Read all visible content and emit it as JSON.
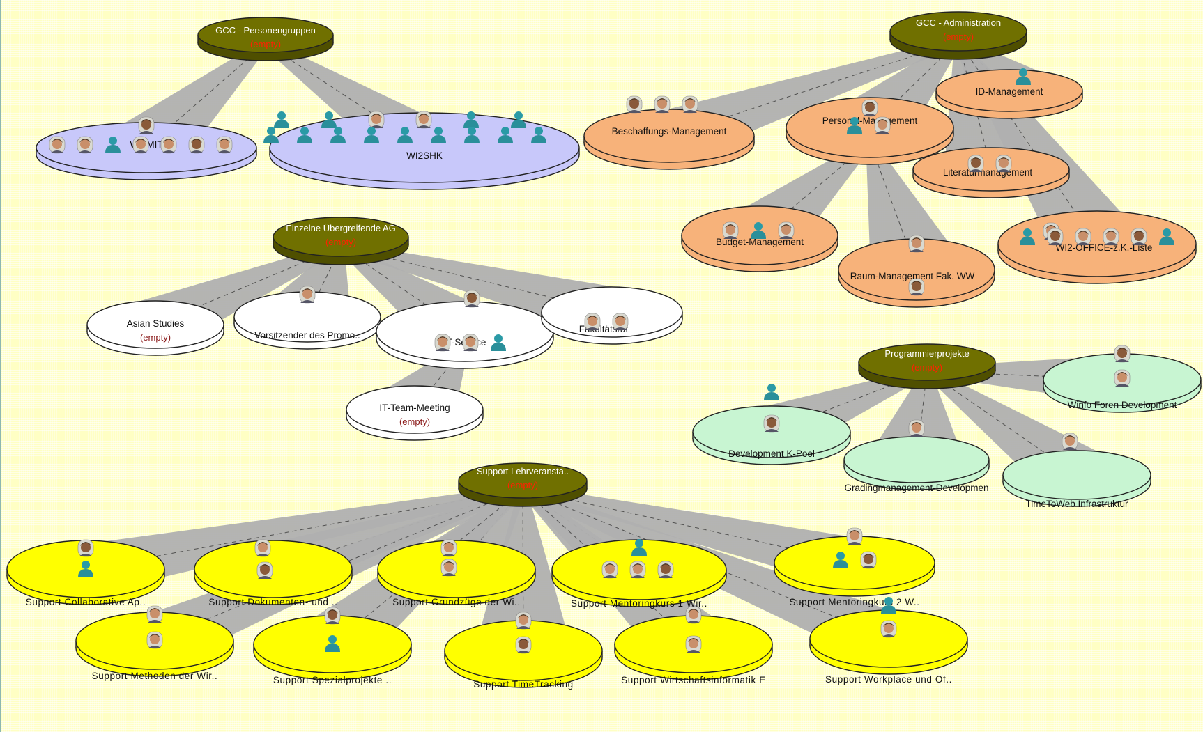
{
  "palette": {
    "root_fill": "#707000",
    "root_rim": "#4f4f00",
    "root_text": "#ffffff",
    "empty_text": "#ff2200",
    "lavender": "#c8c8fa",
    "orange": "#f7b27a",
    "white": "#ffffff",
    "mint": "#c8f5d2",
    "yellow": "#ffff00",
    "connector": "#b0b0b0",
    "outline": "#222222"
  },
  "nodes": [
    {
      "id": "gcc-personengruppen",
      "label": "GCC - Personengruppen",
      "sub": "(empty)",
      "kind": "root"
    },
    {
      "id": "wi2mit",
      "label": "WI2MIT",
      "kind": "lavender"
    },
    {
      "id": "wi2shk",
      "label": "WI2SHK",
      "kind": "lavender"
    },
    {
      "id": "gcc-administration",
      "label": "GCC - Administration",
      "sub": "(empty)",
      "kind": "root"
    },
    {
      "id": "id-management",
      "label": "ID-Management",
      "kind": "orange"
    },
    {
      "id": "beschaffungs-management",
      "label": "Beschaffungs-Management",
      "kind": "orange"
    },
    {
      "id": "personal-management",
      "label": "Personal-Management",
      "kind": "orange"
    },
    {
      "id": "literaturmanagement",
      "label": "Literaturmanagement",
      "kind": "orange"
    },
    {
      "id": "budget-management",
      "label": "Budget-Management",
      "kind": "orange"
    },
    {
      "id": "raum-management",
      "label": "Raum-Management Fak. WW",
      "kind": "orange"
    },
    {
      "id": "wi2-office",
      "label": "WI2-OFFICE-z.K.-Liste",
      "kind": "orange"
    },
    {
      "id": "einzelne-ag",
      "label": "Einzelne Übergreifende AG",
      "sub": "(empty)",
      "kind": "root"
    },
    {
      "id": "asian-studies",
      "label": "Asian Studies",
      "sub": "(empty)",
      "kind": "white"
    },
    {
      "id": "vorsitzender",
      "label": "Vorsitzender des Promo..",
      "kind": "white"
    },
    {
      "id": "it-service",
      "label": "IT-Service",
      "kind": "white"
    },
    {
      "id": "fakultaetsrat",
      "label": "Fakultätsrat",
      "kind": "white"
    },
    {
      "id": "it-team-meeting",
      "label": "IT-Team-Meeting",
      "sub": "(empty)",
      "kind": "white"
    },
    {
      "id": "programmierprojekte",
      "label": "Programmierprojekte",
      "sub": "(empty)",
      "kind": "root"
    },
    {
      "id": "winfo-foren",
      "label": "Winfo Foren Development",
      "kind": "mint"
    },
    {
      "id": "development-k-pool",
      "label": "Development K-Pool",
      "kind": "mint"
    },
    {
      "id": "gradingmanagement",
      "label": "Gradingmanagement-Developmen",
      "kind": "mint"
    },
    {
      "id": "timetoweb",
      "label": "TimeToWeb Infrastruktur",
      "kind": "mint"
    },
    {
      "id": "support-lehrveranstaltungen",
      "label": "Support Lehrveransta..",
      "sub": "(empty)",
      "kind": "root"
    },
    {
      "id": "support-collaborative",
      "label": "Support Collaborative Ap..",
      "kind": "yellow"
    },
    {
      "id": "support-dokumenten",
      "label": "Support Dokumenten- und ..",
      "kind": "yellow"
    },
    {
      "id": "support-grundzuege",
      "label": "Support Grundzüge der Wi..",
      "kind": "yellow"
    },
    {
      "id": "support-mentoringkurs-1",
      "label": "Support Mentoringkurs 1 Wir..",
      "kind": "yellow"
    },
    {
      "id": "support-mentoringkurs-2",
      "label": "Support Mentoringkurs 2 W..",
      "kind": "yellow"
    },
    {
      "id": "support-methoden",
      "label": "Support Methoden der Wir..",
      "kind": "yellow"
    },
    {
      "id": "support-spezialprojekte",
      "label": "Support Spezialprojekte ..",
      "kind": "yellow"
    },
    {
      "id": "support-timetracking",
      "label": "Support TimeTracking",
      "kind": "yellow"
    },
    {
      "id": "support-wirtschaftsinformatik",
      "label": "Support Wirtschaftsinformatik E",
      "kind": "yellow"
    },
    {
      "id": "support-workplace",
      "label": "Support Workplace und Of..",
      "kind": "yellow"
    }
  ],
  "edges": [
    [
      "gcc-personengruppen",
      "wi2mit"
    ],
    [
      "gcc-personengruppen",
      "wi2shk"
    ],
    [
      "gcc-administration",
      "id-management"
    ],
    [
      "gcc-administration",
      "beschaffungs-management"
    ],
    [
      "gcc-administration",
      "personal-management"
    ],
    [
      "gcc-administration",
      "literaturmanagement"
    ],
    [
      "gcc-administration",
      "wi2-office"
    ],
    [
      "personal-management",
      "budget-management"
    ],
    [
      "personal-management",
      "raum-management"
    ],
    [
      "einzelne-ag",
      "asian-studies"
    ],
    [
      "einzelne-ag",
      "vorsitzender"
    ],
    [
      "einzelne-ag",
      "it-service"
    ],
    [
      "einzelne-ag",
      "fakultaetsrat"
    ],
    [
      "it-service",
      "it-team-meeting"
    ],
    [
      "programmierprojekte",
      "winfo-foren"
    ],
    [
      "programmierprojekte",
      "development-k-pool"
    ],
    [
      "programmierprojekte",
      "gradingmanagement"
    ],
    [
      "programmierprojekte",
      "timetoweb"
    ],
    [
      "support-lehrveranstaltungen",
      "support-collaborative"
    ],
    [
      "support-lehrveranstaltungen",
      "support-dokumenten"
    ],
    [
      "support-lehrveranstaltungen",
      "support-grundzuege"
    ],
    [
      "support-lehrveranstaltungen",
      "support-mentoringkurs-1"
    ],
    [
      "support-lehrveranstaltungen",
      "support-mentoringkurs-2"
    ],
    [
      "support-lehrveranstaltungen",
      "support-methoden"
    ],
    [
      "support-lehrveranstaltungen",
      "support-spezialprojekte"
    ],
    [
      "support-lehrveranstaltungen",
      "support-timetracking"
    ],
    [
      "support-lehrveranstaltungen",
      "support-wirtschaftsinformatik"
    ],
    [
      "support-lehrveranstaltungen",
      "support-workplace"
    ]
  ]
}
